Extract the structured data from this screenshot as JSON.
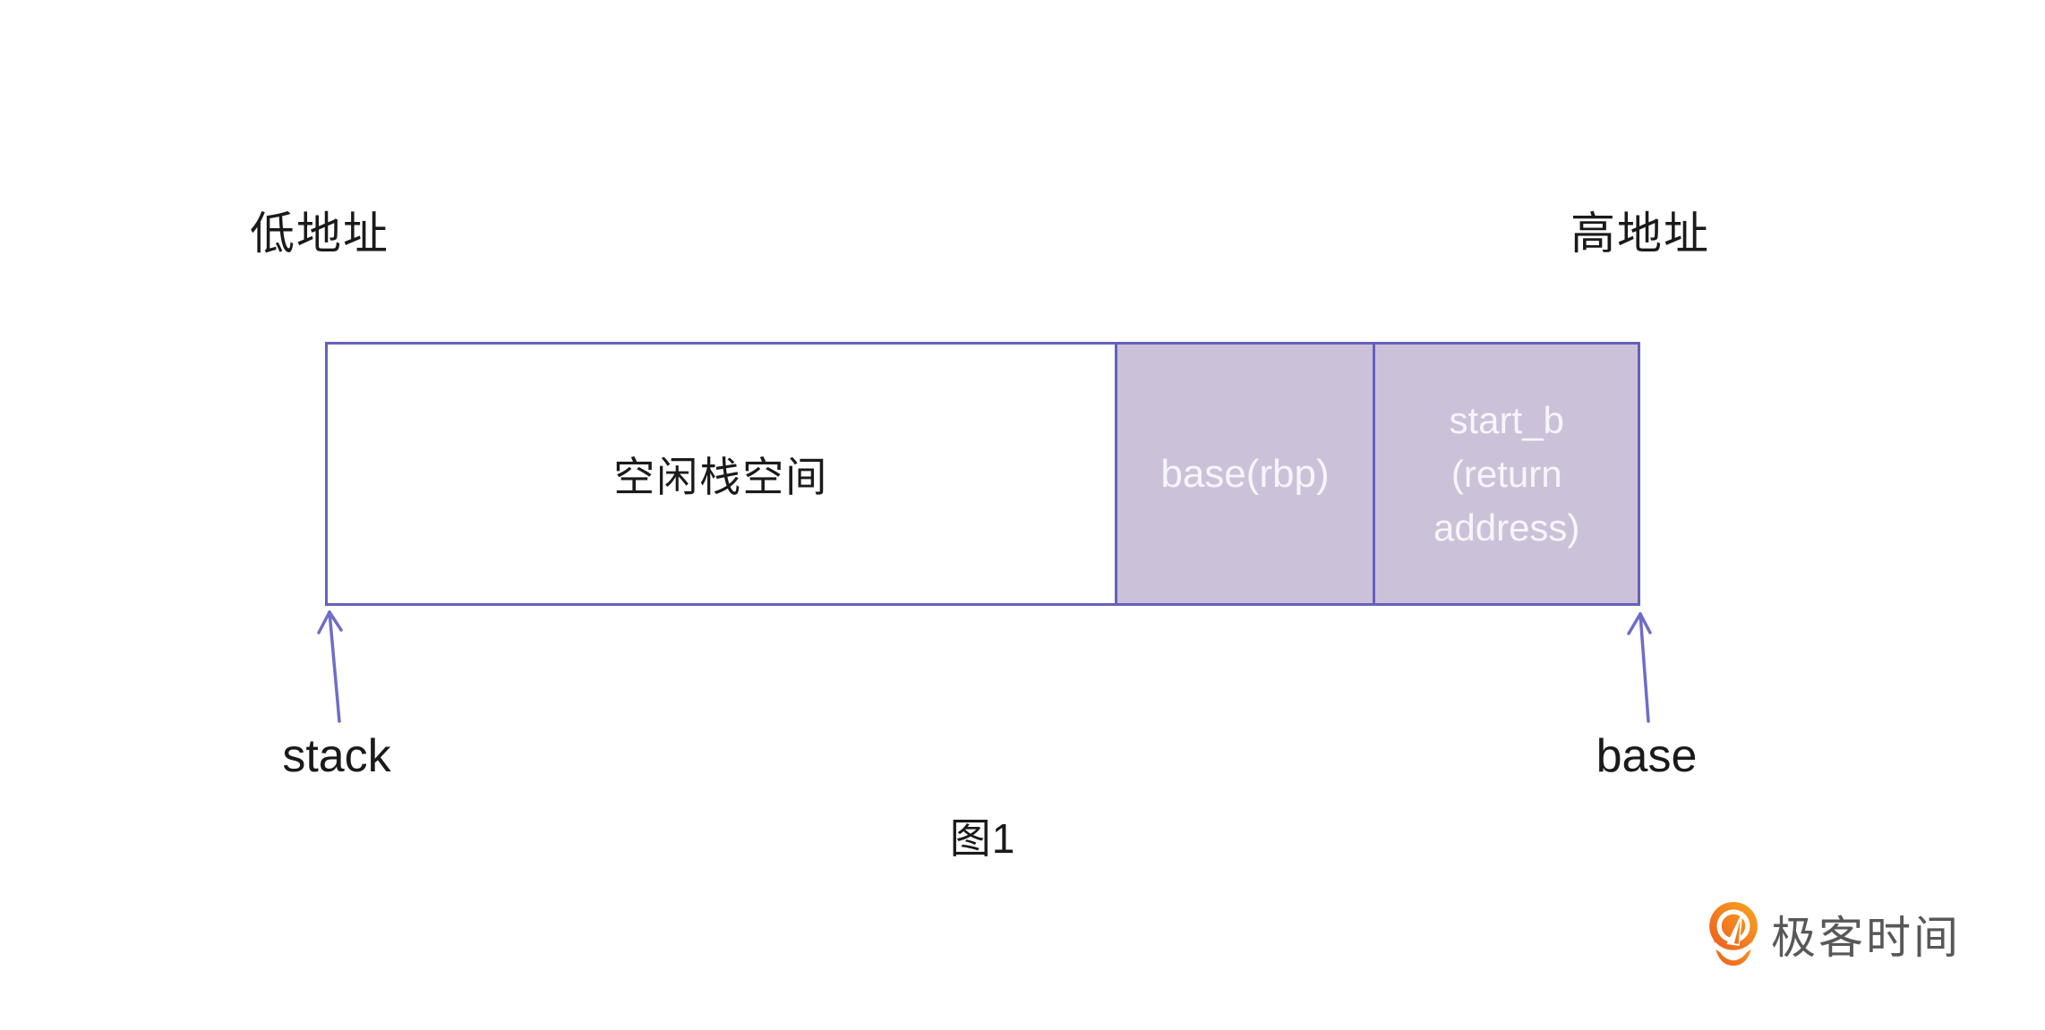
{
  "figure": {
    "low_address_label": "低地址",
    "high_address_label": "高地址",
    "caption": "图1"
  },
  "bar": {
    "segments": [
      {
        "id": "free-stack-space",
        "label": "空闲栈空间"
      },
      {
        "id": "base-rbp",
        "label": "base(rbp)"
      },
      {
        "id": "start-b-return-address",
        "label": "start_b (return address)",
        "label_display": "start_b\n(return\naddress)"
      }
    ]
  },
  "pointers": {
    "stack_label": "stack",
    "base_label": "base"
  },
  "logo": {
    "text": "极客时间"
  },
  "colors": {
    "box_border": "#6461bd",
    "segment_fill": "#cbc2d9",
    "arrow": "#6f6dc6",
    "text_dark": "#1a1a1a",
    "segment_text": "#f7f5fa",
    "logo_text": "#595757",
    "logo_orange_start": "#f9a51f",
    "logo_orange_end": "#ec5b1f"
  }
}
